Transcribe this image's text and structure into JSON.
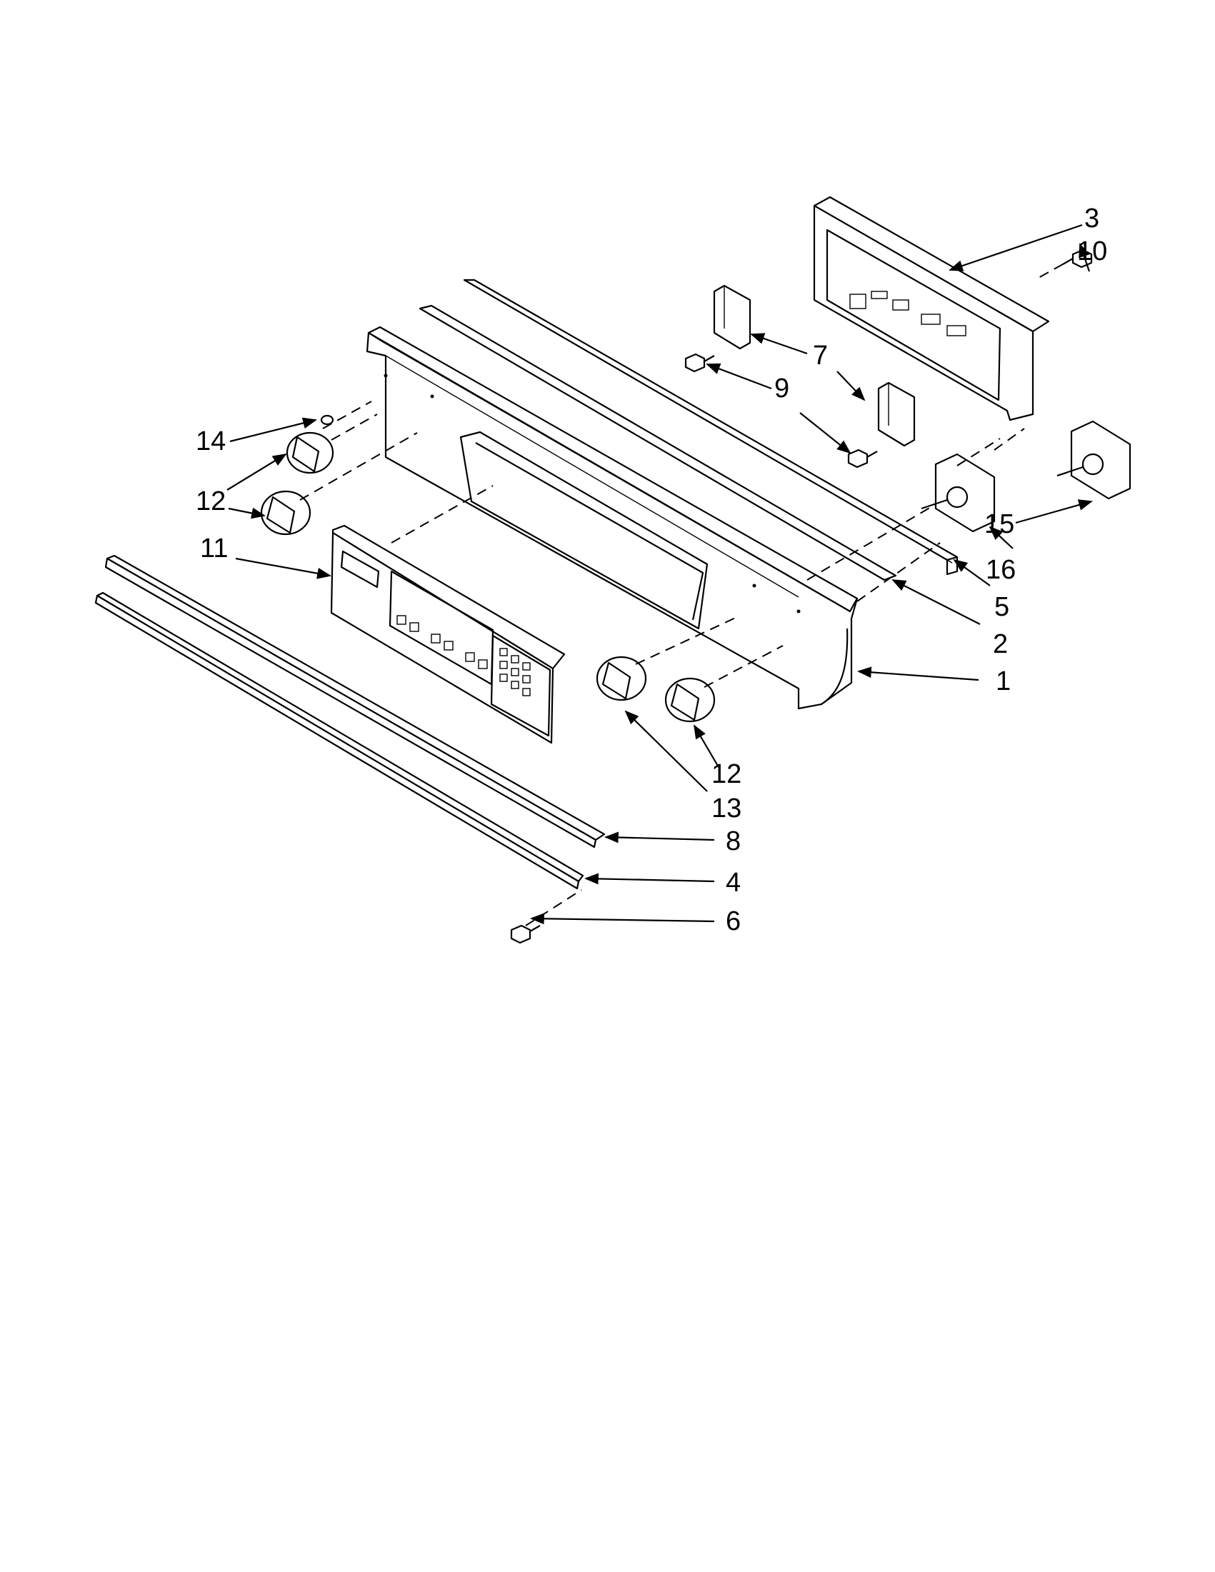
{
  "diagram": {
    "callouts": [
      {
        "id": "c3",
        "text": "3"
      },
      {
        "id": "c10",
        "text": "10"
      },
      {
        "id": "c7",
        "text": "7"
      },
      {
        "id": "c9",
        "text": "9"
      },
      {
        "id": "c14",
        "text": "14"
      },
      {
        "id": "c12a",
        "text": "12"
      },
      {
        "id": "c12b",
        "text": "12"
      },
      {
        "id": "c11",
        "text": "11"
      },
      {
        "id": "c15",
        "text": "15"
      },
      {
        "id": "c16",
        "text": "16"
      },
      {
        "id": "c5",
        "text": "5"
      },
      {
        "id": "c2",
        "text": "2"
      },
      {
        "id": "c1",
        "text": "1"
      },
      {
        "id": "c12c",
        "text": "12"
      },
      {
        "id": "c13",
        "text": "13"
      },
      {
        "id": "c8",
        "text": "8"
      },
      {
        "id": "c4",
        "text": "4"
      },
      {
        "id": "c6",
        "text": "6"
      }
    ]
  }
}
